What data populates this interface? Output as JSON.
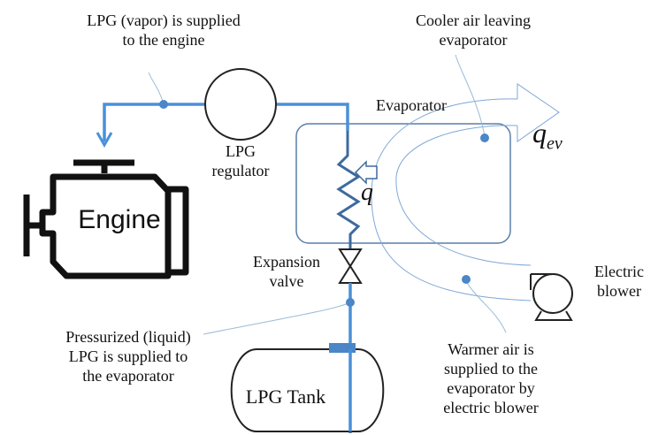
{
  "labels": {
    "lpg_vapor_line1": "LPG (vapor) is supplied",
    "lpg_vapor_line2": "to the engine",
    "cooler_air_line1": "Cooler air leaving",
    "cooler_air_line2": "evaporator",
    "evaporator": "Evaporator",
    "regulator_line1": "LPG",
    "regulator_line2": "regulator",
    "engine": "Engine",
    "expansion_line1": "Expansion",
    "expansion_line2": "valve",
    "electric_blower_line1": "Electric",
    "electric_blower_line2": "blower",
    "pressurized_line1": "Pressurized (liquid)",
    "pressurized_line2": "LPG is supplied to",
    "pressurized_line3": "the evaporator",
    "warmer_air_line1": "Warmer air is",
    "warmer_air_line2": "supplied to the",
    "warmer_air_line3": "evaporator by",
    "warmer_air_line4": "electric blower",
    "tank": "LPG Tank",
    "q": "q",
    "q_ev_main": "q",
    "q_ev_sub": "ev"
  },
  "colors": {
    "pipe": "#4a90d9",
    "air_stream": "#7fa8d6",
    "callout": "#9bbbd8",
    "dot": "#4a86c8",
    "coil": "#3d6a9e",
    "outline": "#222222",
    "box": "#5a7ea8"
  }
}
